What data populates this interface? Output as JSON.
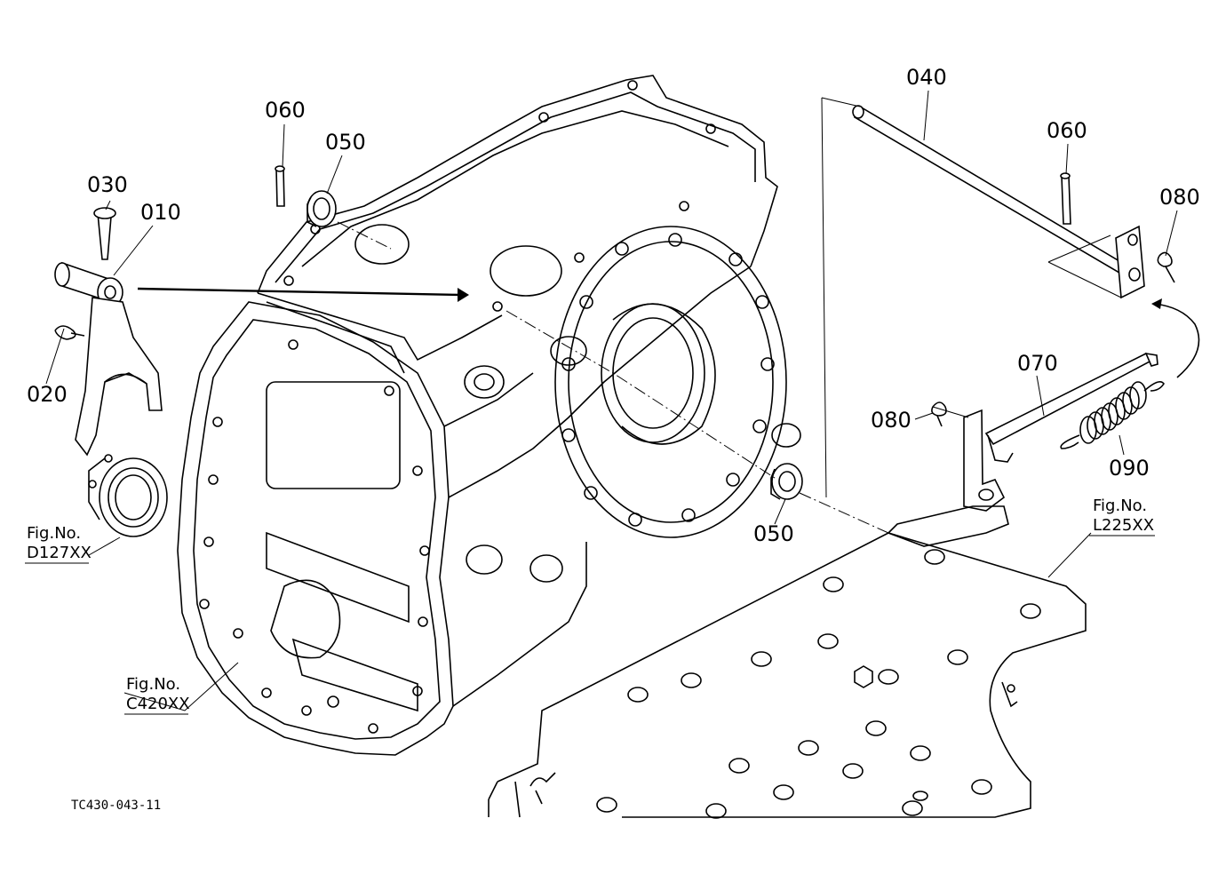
{
  "drawing_code": "TC430-043-11",
  "parts": {
    "p010": "010",
    "p020": "020",
    "p030": "030",
    "p040": "040",
    "p050a": "050",
    "p050b": "050",
    "p060a": "060",
    "p060b": "060",
    "p070": "070",
    "p080a": "080",
    "p080b": "080",
    "p090": "090"
  },
  "refs": {
    "d127": {
      "line1": "Fig.No.",
      "line2": "D127XX"
    },
    "c420": {
      "line1": "Fig.No.",
      "line2": "C420XX"
    },
    "l225": {
      "line1": "Fig.No.",
      "line2": "L225XX"
    }
  }
}
